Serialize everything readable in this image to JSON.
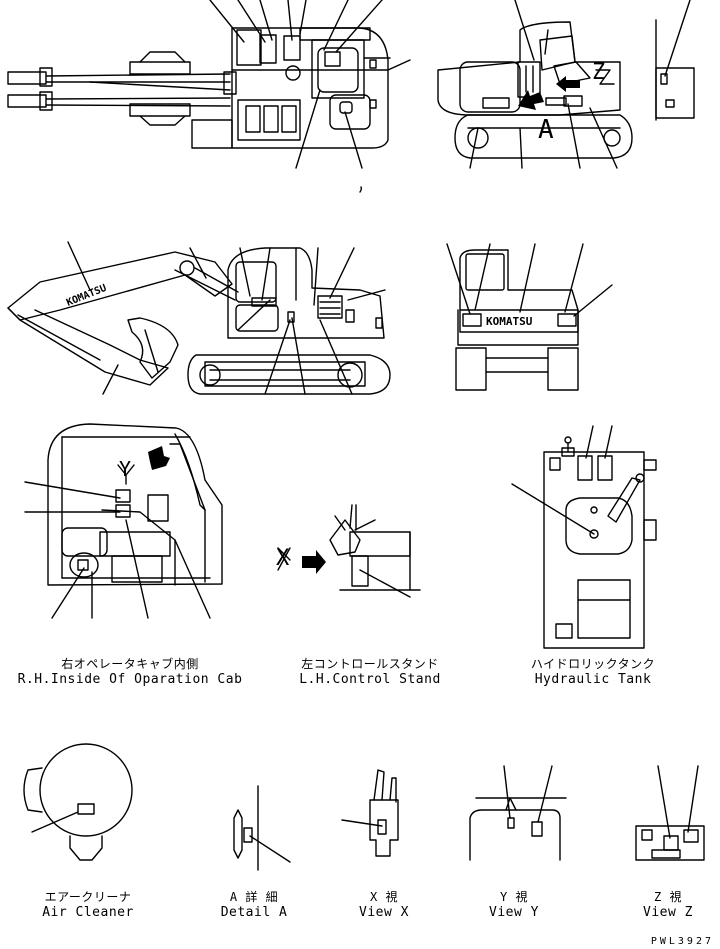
{
  "captions": {
    "cab": {
      "jp": "右オペレータキャブ内側",
      "en": "R.H.Inside Of Oparation Cab"
    },
    "stand": {
      "jp": "左コントロールスタンド",
      "en": "L.H.Control Stand"
    },
    "tank": {
      "jp": "ハイドロリックタンク",
      "en": "Hydraulic Tank"
    },
    "air": {
      "jp": "エアークリーナ",
      "en": "Air Cleaner"
    },
    "detail": {
      "jp": "A 詳 細",
      "en": "Detail A"
    },
    "viewx": {
      "jp": "X 視",
      "en": "View X"
    },
    "viewy": {
      "jp": "Y 視",
      "en": "View Y"
    },
    "viewz": {
      "jp": "Z 視",
      "en": "View Z"
    }
  },
  "labels": {
    "a": "A",
    "x": "X",
    "y": "Y",
    "z": "Z",
    "x_small": "X"
  },
  "brand": "KOMATSU",
  "drawing_number": "PWL3927",
  "colors": {
    "line": "#000000",
    "background": "#ffffff"
  }
}
